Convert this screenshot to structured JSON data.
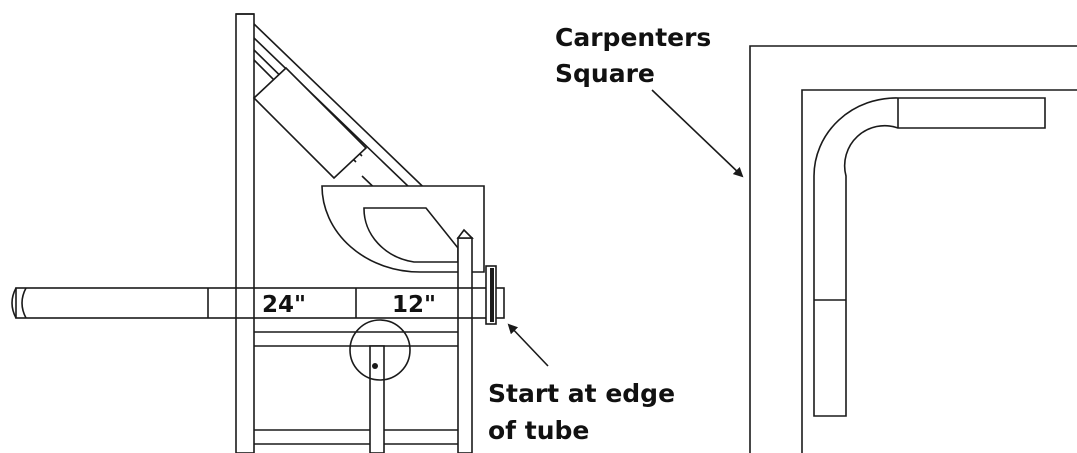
{
  "labels": {
    "square_line1": "Carpenters",
    "square_line2": "Square",
    "mark_24": "24\"",
    "mark_12": "12\"",
    "start_line1": "Start at edge",
    "start_line2": "of tube"
  }
}
